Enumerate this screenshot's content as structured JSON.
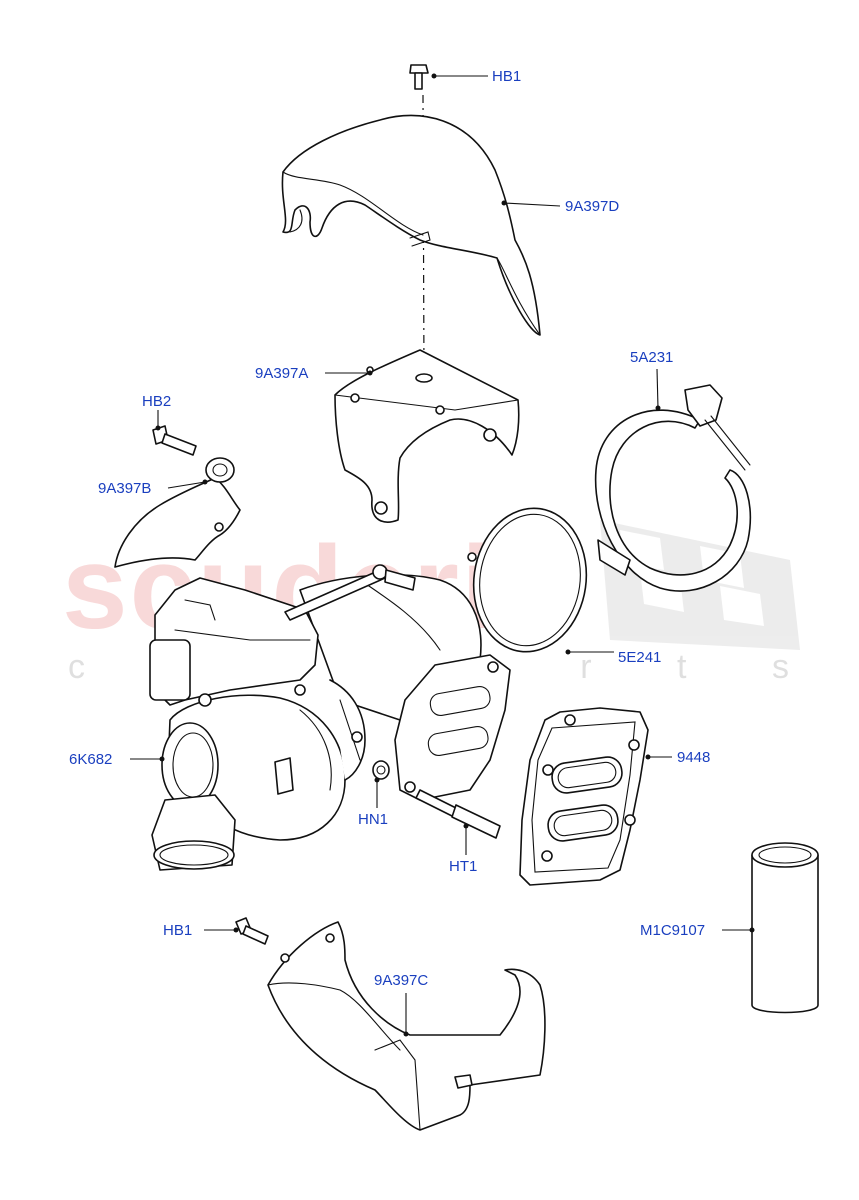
{
  "watermark": {
    "brand": "scuderia",
    "tagline": "c a r   p a r t s"
  },
  "callouts": [
    {
      "id": "hb1-top",
      "text": "HB1"
    },
    {
      "id": "9a397d",
      "text": "9A397D"
    },
    {
      "id": "9a397a",
      "text": "9A397A"
    },
    {
      "id": "5a231",
      "text": "5A231"
    },
    {
      "id": "hb2",
      "text": "HB2"
    },
    {
      "id": "9a397b",
      "text": "9A397B"
    },
    {
      "id": "5e241",
      "text": "5E241"
    },
    {
      "id": "6k682",
      "text": "6K682"
    },
    {
      "id": "9448",
      "text": "9448"
    },
    {
      "id": "hn1",
      "text": "HN1"
    },
    {
      "id": "ht1",
      "text": "HT1"
    },
    {
      "id": "m1c9107",
      "text": "M1C9107"
    },
    {
      "id": "hb1-bottom",
      "text": "HB1"
    },
    {
      "id": "9a397c",
      "text": "9A397C"
    }
  ],
  "colors": {
    "callout_text": "#1a3fbf",
    "line_art": "#111111",
    "watermark_red": "#e67878"
  }
}
